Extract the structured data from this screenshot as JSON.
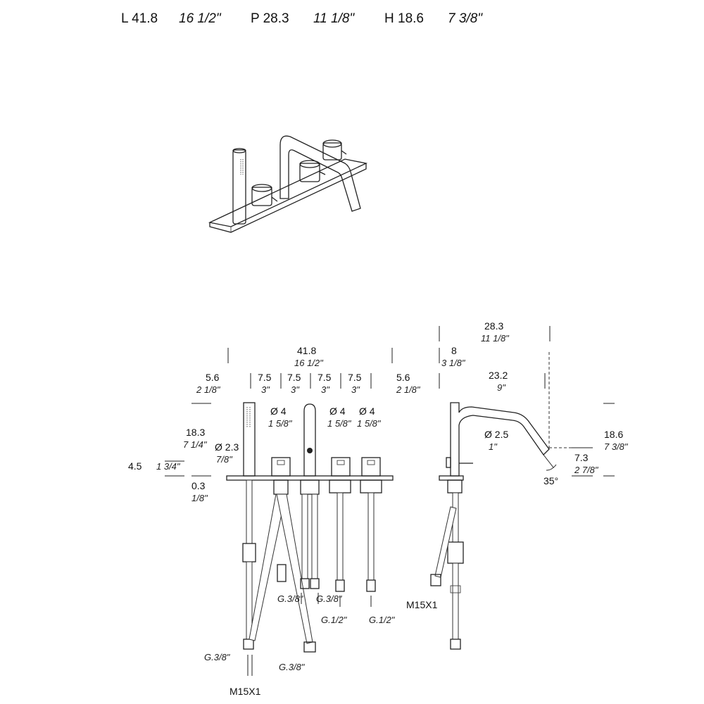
{
  "header": {
    "length": "L 41.8",
    "length_in": "16 1/2\"",
    "depth": "P 28.3",
    "depth_in": "11 1/8\"",
    "height": "H 18.6",
    "height_in": "7 3/8\""
  },
  "front": {
    "total_w": "41.8",
    "total_w_in": "16 1/2\"",
    "edge_l": "5.6",
    "edge_l_in": "2 1/8\"",
    "edge_r": "5.6",
    "edge_r_in": "2 1/8\"",
    "spacing": [
      "7.5",
      "7.5",
      "7.5",
      "7.5"
    ],
    "spacing_in": [
      "3\"",
      "3\"",
      "3\"",
      "3\""
    ],
    "dia1": "Ø 4",
    "dia1_in": "1 5/8\"",
    "dia2": "Ø 4",
    "dia2_in": "1 5/8\"",
    "dia3": "Ø 4",
    "dia3_in": "1 5/8\"",
    "handshower_h": "18.3",
    "handshower_h_in": "7 1/4\"",
    "handshower_d": "Ø 2.3",
    "handshower_d_in": "7/8\"",
    "base_h": "4.5",
    "base_h_in": "1 3/4\"",
    "plate_t": "0.3",
    "plate_t_in": "1/8\"",
    "conn_g38_a": "G.3/8\"",
    "conn_g38_b": "G.3/8\"",
    "conn_g12_a": "G.1/2\"",
    "conn_g12_b": "G.1/2\"",
    "conn_g38_c": "G.3/8\"",
    "conn_g38_d": "G.3/8\"",
    "conn_m15": "M15X1"
  },
  "side": {
    "depth": "28.3",
    "depth_in": "11 1/8\"",
    "plate_w": "8",
    "plate_w_in": "3 1/8\"",
    "reach": "23.2",
    "reach_in": "9\"",
    "spout_d": "Ø 2.5",
    "spout_d_in": "1\"",
    "height": "18.6",
    "height_in": "7 3/8\"",
    "outlet_h": "7.3",
    "outlet_h_in": "2 7/8\"",
    "angle": "35°",
    "conn_m15": "M15X1"
  }
}
